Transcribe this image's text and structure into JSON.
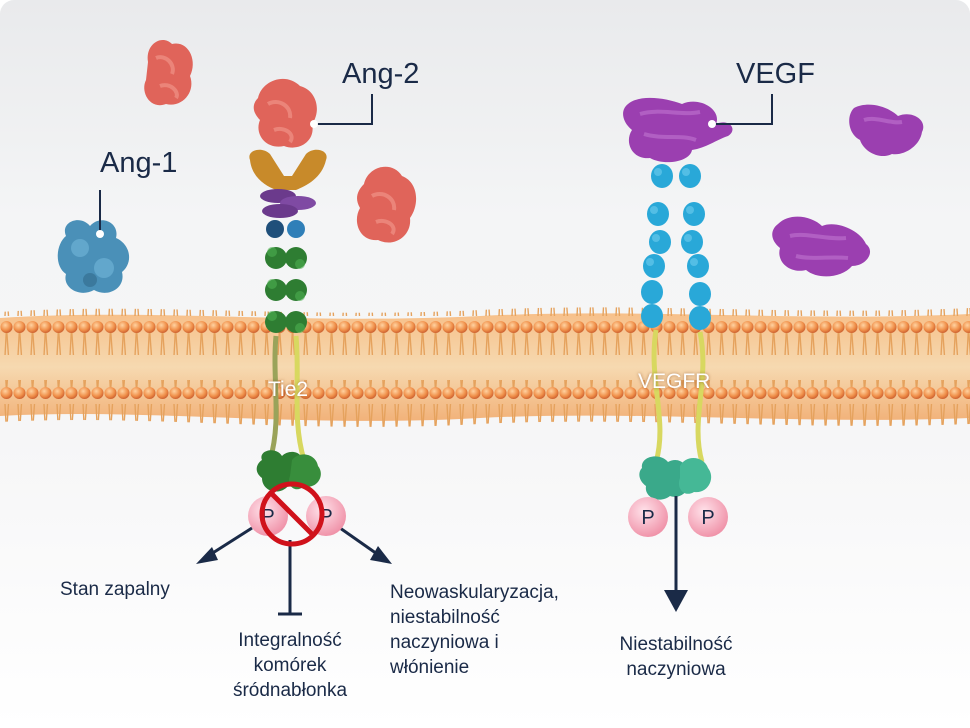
{
  "labels": {
    "ang1": "Ang-1",
    "ang2": "Ang-2",
    "vegf": "VEGF",
    "tie2": "Tie2",
    "vegfr": "VEGFR",
    "phospho": "P",
    "inflammation": "Stan zapalny",
    "endothelial_integrity": "Integralność\nkomórek\nśródnabłonka",
    "neovascularization": "Neowaskularyzacja,\nniestabilność\nnaczyniowa i\nwłónienie",
    "vascular_instability": "Niestabilność\nnaczyniowa"
  },
  "colors": {
    "ang1": "#4a90b8",
    "ang2": "#e0645a",
    "vegf": "#9b3fb0",
    "tie2_domain": "#2e7d32",
    "vegfr_domain": "#29a8d8",
    "kinase_vegfr": "#3aa98a",
    "phospho": "#f3a7b8",
    "arrow": "#1a2a47",
    "membrane_head": "#e8944a",
    "no_sign": "#d0121b"
  }
}
